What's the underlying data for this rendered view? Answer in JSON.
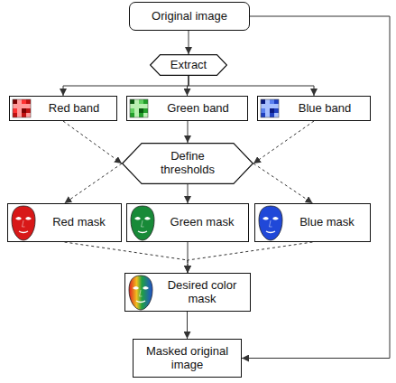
{
  "diagram": {
    "nodes": [
      {
        "text": [
          "Original image"
        ]
      },
      {
        "text": [
          "Extract"
        ]
      },
      {
        "text": [
          "Red band"
        ]
      },
      {
        "text": [
          "Green band"
        ]
      },
      {
        "text": [
          "Blue band"
        ]
      },
      {
        "text": [
          "Define thresholds"
        ]
      },
      {
        "text": [
          "Red mask"
        ]
      },
      {
        "text": [
          "Green mask"
        ]
      },
      {
        "text": [
          "Blue mask"
        ]
      },
      {
        "text": [
          "Desired color mask"
        ]
      },
      {
        "text": [
          "Masked original image"
        ]
      }
    ],
    "edges": [
      {
        "from": 0,
        "to": 1,
        "arrow": "to"
      },
      {
        "from": 1,
        "to": 2,
        "arrow": "to"
      },
      {
        "from": 1,
        "to": 3,
        "arrow": "to"
      },
      {
        "from": 1,
        "to": 4,
        "arrow": "to"
      },
      {
        "from": 2,
        "to": 5,
        "arrow": "to"
      },
      {
        "from": 3,
        "to": 5,
        "arrow": "to"
      },
      {
        "from": 4,
        "to": 5,
        "arrow": "to"
      },
      {
        "from": 5,
        "to": 6,
        "arrow": "to"
      },
      {
        "from": 5,
        "to": 7,
        "arrow": "to"
      },
      {
        "from": 5,
        "to": 8,
        "arrow": "to"
      },
      {
        "from": 6,
        "to": 9,
        "arrow": "to"
      },
      {
        "from": 7,
        "to": 9,
        "arrow": "to"
      },
      {
        "from": 8,
        "to": 9,
        "arrow": "to"
      },
      {
        "from": 9,
        "to": 10,
        "arrow": "to"
      },
      {
        "from": 0,
        "to": 10,
        "arrow": "to"
      }
    ]
  }
}
